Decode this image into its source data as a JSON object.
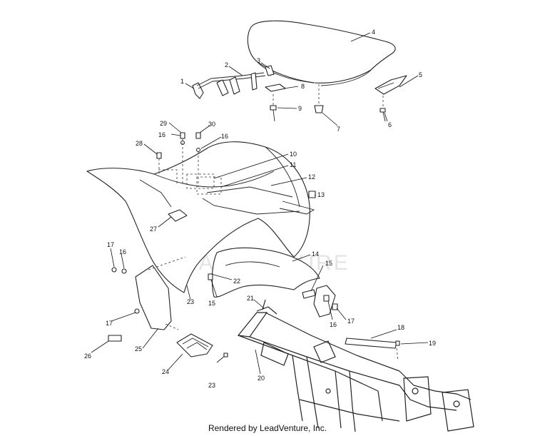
{
  "footer": {
    "rendered_by": "Rendered by LeadVenture, Inc."
  },
  "watermark": "LEADVENTURE",
  "callouts": [
    {
      "id": "c1",
      "label": "1"
    },
    {
      "id": "c2",
      "label": "2"
    },
    {
      "id": "c3",
      "label": "3"
    },
    {
      "id": "c4",
      "label": "4"
    },
    {
      "id": "c5",
      "label": "5"
    },
    {
      "id": "c6",
      "label": "6"
    },
    {
      "id": "c7",
      "label": "7"
    },
    {
      "id": "c8",
      "label": "8"
    },
    {
      "id": "c9",
      "label": "9"
    },
    {
      "id": "c10",
      "label": "10"
    },
    {
      "id": "c11",
      "label": "11"
    },
    {
      "id": "c12",
      "label": "12"
    },
    {
      "id": "c13",
      "label": "13"
    },
    {
      "id": "c14",
      "label": "14"
    },
    {
      "id": "c15a",
      "label": "15"
    },
    {
      "id": "c15b",
      "label": "15"
    },
    {
      "id": "c16a",
      "label": "16"
    },
    {
      "id": "c16b",
      "label": "16"
    },
    {
      "id": "c16c",
      "label": "16"
    },
    {
      "id": "c16d",
      "label": "16"
    },
    {
      "id": "c17a",
      "label": "17"
    },
    {
      "id": "c17b",
      "label": "17"
    },
    {
      "id": "c17c",
      "label": "17"
    },
    {
      "id": "c18",
      "label": "18"
    },
    {
      "id": "c19",
      "label": "19"
    },
    {
      "id": "c20",
      "label": "20"
    },
    {
      "id": "c21",
      "label": "21"
    },
    {
      "id": "c22",
      "label": "22"
    },
    {
      "id": "c23a",
      "label": "23"
    },
    {
      "id": "c23b",
      "label": "23"
    },
    {
      "id": "c24",
      "label": "24"
    },
    {
      "id": "c25",
      "label": "25"
    },
    {
      "id": "c26",
      "label": "26"
    },
    {
      "id": "c27",
      "label": "27"
    },
    {
      "id": "c28",
      "label": "28"
    },
    {
      "id": "c29",
      "label": "29"
    },
    {
      "id": "c30",
      "label": "30"
    }
  ]
}
